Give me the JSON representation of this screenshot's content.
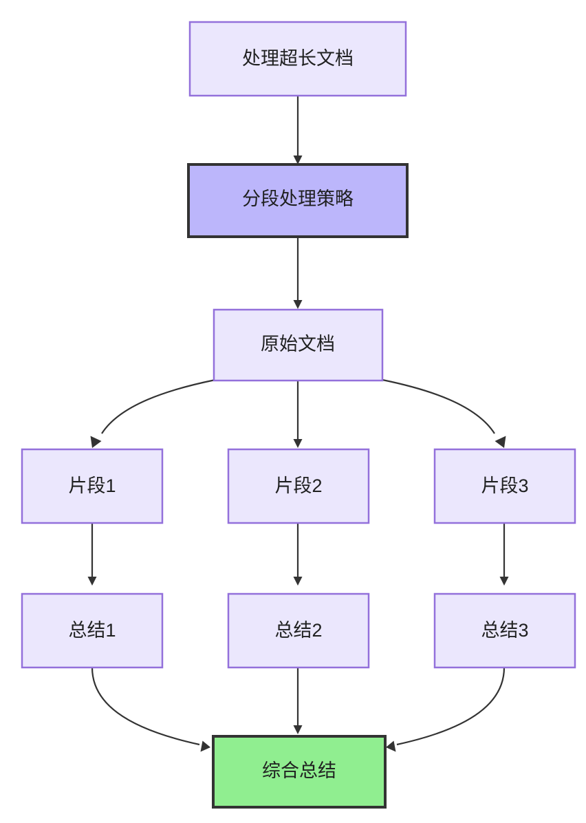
{
  "diagram": {
    "type": "flowchart",
    "direction": "top-to-bottom",
    "background": "#ffffff",
    "styles": {
      "default_fill": "#ebe7fd",
      "default_stroke": "#9370db",
      "highlight_fill": "#bcb6fb",
      "highlight_stroke": "#333333",
      "success_fill": "#90ee90",
      "success_stroke": "#333333",
      "edge_color": "#333333",
      "text_color": "#1f2020"
    },
    "nodes": [
      {
        "id": "doc_task",
        "label": "处理超长文档",
        "style": "default"
      },
      {
        "id": "strategy",
        "label": "分段处理策略",
        "style": "highlight"
      },
      {
        "id": "raw_doc",
        "label": "原始文档",
        "style": "default"
      },
      {
        "id": "chunk1",
        "label": "片段1",
        "style": "default"
      },
      {
        "id": "chunk2",
        "label": "片段2",
        "style": "default"
      },
      {
        "id": "chunk3",
        "label": "片段3",
        "style": "default"
      },
      {
        "id": "summary1",
        "label": "总结1",
        "style": "default"
      },
      {
        "id": "summary2",
        "label": "总结2",
        "style": "default"
      },
      {
        "id": "summary3",
        "label": "总结3",
        "style": "default"
      },
      {
        "id": "final",
        "label": "综合总结",
        "style": "success"
      }
    ],
    "edges": [
      {
        "from": "doc_task",
        "to": "strategy"
      },
      {
        "from": "strategy",
        "to": "raw_doc"
      },
      {
        "from": "raw_doc",
        "to": "chunk1"
      },
      {
        "from": "raw_doc",
        "to": "chunk2"
      },
      {
        "from": "raw_doc",
        "to": "chunk3"
      },
      {
        "from": "chunk1",
        "to": "summary1"
      },
      {
        "from": "chunk2",
        "to": "summary2"
      },
      {
        "from": "chunk3",
        "to": "summary3"
      },
      {
        "from": "summary1",
        "to": "final"
      },
      {
        "from": "summary2",
        "to": "final"
      },
      {
        "from": "summary3",
        "to": "final"
      }
    ]
  }
}
